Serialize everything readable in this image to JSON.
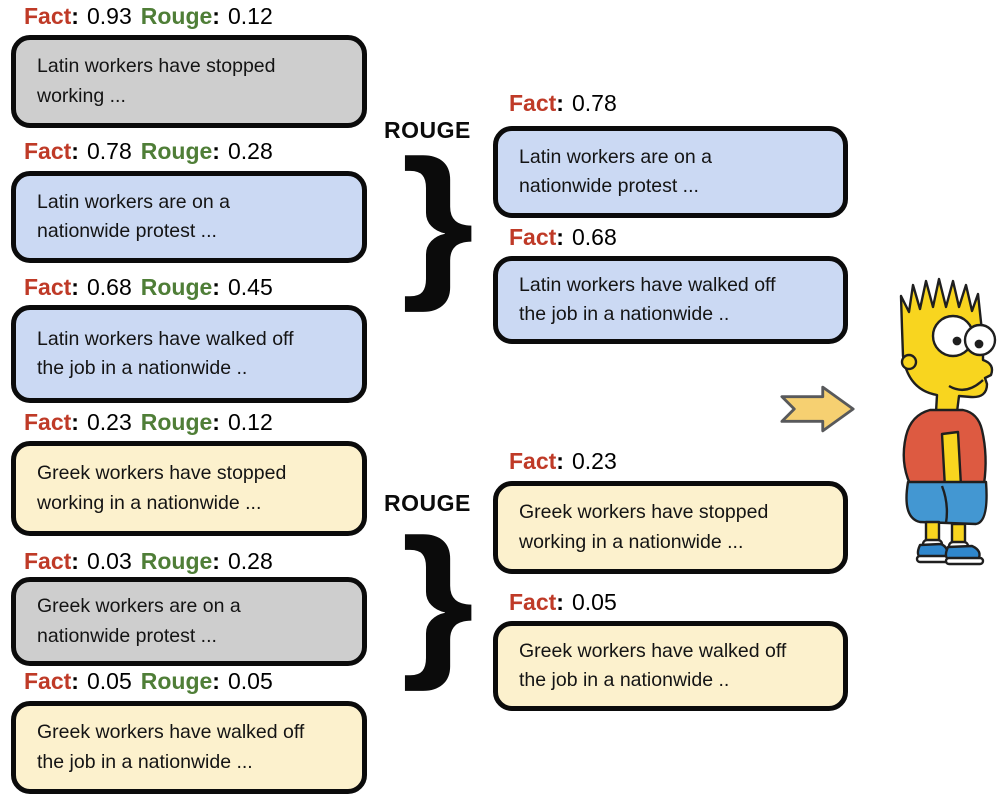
{
  "palette": {
    "card_gray": "#cecece",
    "card_blue": "#cbd9f3",
    "card_yellow": "#fcf1cd",
    "fact_red": "#bf3a27",
    "rouge_green": "#4f7e37",
    "border_black": "#0b0b0b",
    "arrow_fill": "#f6d071",
    "arrow_stroke": "#58595b",
    "bart_yellow": "#f8d51f",
    "shirt_red": "#dd5a41",
    "shorts_blue": "#4397d2",
    "shoe_blue": "#2f87cd",
    "outline_dark": "#1f1f1f"
  },
  "figure": {
    "labels": {
      "fact": "Fact",
      "rouge": "Rouge",
      "colon": ":",
      "brace": "}"
    },
    "left_column": [
      {
        "fact": "0.93",
        "rouge": "0.12",
        "fill": "gray",
        "text": "Latin workers have stopped\nworking ..."
      },
      {
        "fact": "0.78",
        "rouge": "0.28",
        "fill": "blue",
        "text": "Latin workers are on a\nnationwide protest ..."
      },
      {
        "fact": "0.68",
        "rouge": "0.45",
        "fill": "blue",
        "text": "Latin workers have walked off\nthe job in a nationwide .."
      },
      {
        "fact": "0.23",
        "rouge": "0.12",
        "fill": "yellow",
        "text": "Greek workers have stopped\nworking in a nationwide ..."
      },
      {
        "fact": "0.03",
        "rouge": "0.28",
        "fill": "gray",
        "text": "Greek workers are on a\nnationwide protest ..."
      },
      {
        "fact": "0.05",
        "rouge": "0.05",
        "fill": "yellow",
        "text": "Greek workers have walked off\nthe job in a nationwide ..."
      }
    ],
    "groups": [
      {
        "operator": "ROUGE",
        "items": [
          {
            "fact": "0.78",
            "fill": "blue",
            "text": "Latin workers are on a\nnationwide protest ..."
          },
          {
            "fact": "0.68",
            "fill": "blue",
            "text": "Latin workers have walked off\nthe job in a nationwide .."
          }
        ]
      },
      {
        "operator": "ROUGE",
        "items": [
          {
            "fact": "0.23",
            "fill": "yellow",
            "text": "Greek workers have stopped\nworking in a nationwide ..."
          },
          {
            "fact": "0.05",
            "fill": "yellow",
            "text": "Greek workers have walked off\nthe job in a nationwide .."
          }
        ]
      }
    ],
    "character": "bart-simpson"
  }
}
